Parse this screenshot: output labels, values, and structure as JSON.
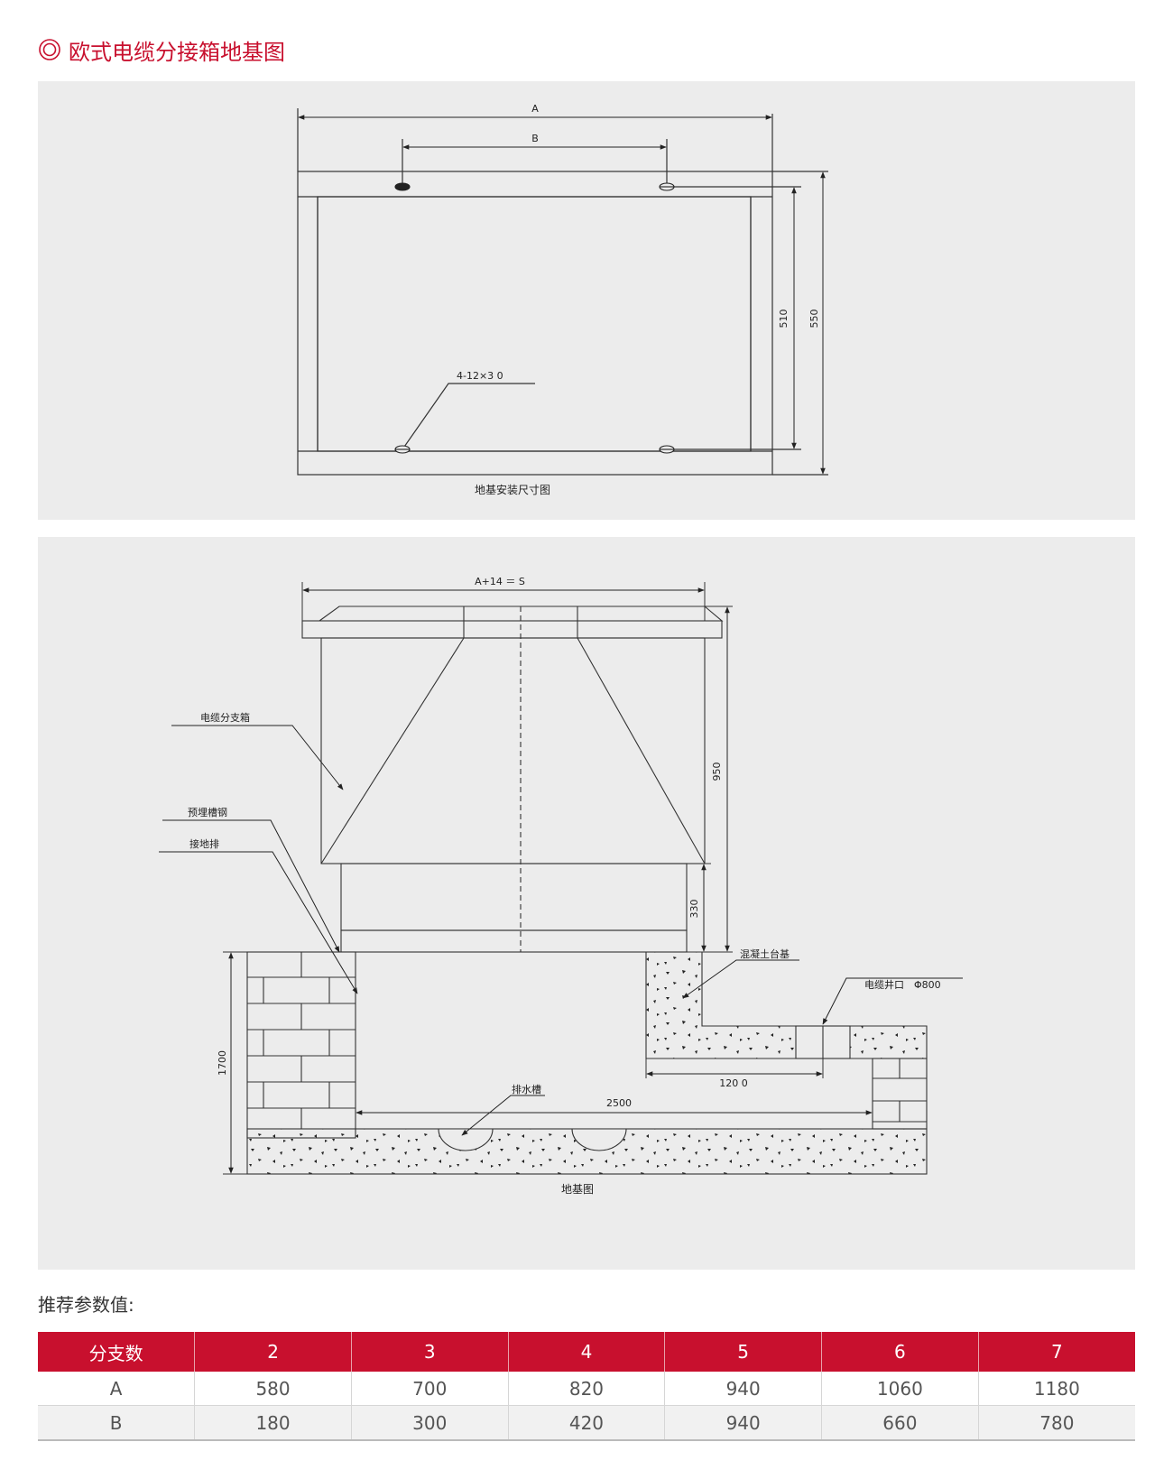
{
  "title": "欧式电缆分接箱地基图",
  "title_icon": "double-circle-icon",
  "accent_color": "#c8102e",
  "drawing1": {
    "dim_a": "A",
    "dim_b": "B",
    "dim_510": "510",
    "dim_550": "550",
    "hole_spec": "4-12×3 0",
    "caption": "地基安装尺寸图"
  },
  "drawing2": {
    "dim_top": "A+14 ＝ S",
    "dim_950": "950",
    "dim_330": "330",
    "dim_1700": "1700",
    "dim_1200": "120 0",
    "dim_2500": "2500",
    "label_box": "电缆分支箱",
    "label_channel_steel": "预埋槽钢",
    "label_ground_bar": "接地排",
    "label_concrete": "混凝土台基",
    "label_cable_well": "电缆井口　Φ800",
    "label_drain": "排水槽",
    "caption": "地基图"
  },
  "params": {
    "subtitle": "推荐参数值:",
    "headers": [
      "分支数",
      "2",
      "3",
      "4",
      "5",
      "6",
      "7"
    ],
    "rows": [
      [
        "A",
        "580",
        "700",
        "820",
        "940",
        "1060",
        "1180"
      ],
      [
        "B",
        "180",
        "300",
        "420",
        "940",
        "660",
        "780"
      ]
    ]
  }
}
